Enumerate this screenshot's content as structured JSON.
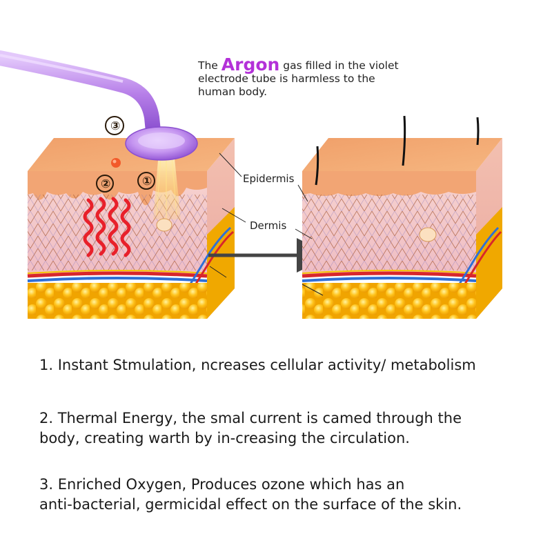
{
  "caption": {
    "prefix": "The",
    "highlight": "Argon",
    "line1_rest": "gas filled in the violet",
    "line2": "electrode tube is harmless to the",
    "line3": "human body."
  },
  "labels": {
    "epidermis": "Epidermis",
    "dermis": "Dermis"
  },
  "markers": [
    "①",
    "②",
    "③"
  ],
  "benefits": [
    {
      "line1": "1. Instant Stmulation, ncreases cellular activity/ metabolism",
      "line2": ""
    },
    {
      "line1": "2. Thermal Energy, the smal current is camed through the",
      "line2": "body, creating warth by in-creasing the circulation."
    },
    {
      "line1": "3. Enriched Oxygen, Produces ozone which has an",
      "line2": "anti-bacterial, germicidal effect on the surface of the skin."
    }
  ],
  "colors": {
    "accent": "#b331d8",
    "tube": "#b67ee8",
    "skin_top": "#f4a76c",
    "dermis": "#f5c9c9",
    "fat": "#f7b300",
    "heat_waves": "#e8202a",
    "arrow": "#444444"
  }
}
